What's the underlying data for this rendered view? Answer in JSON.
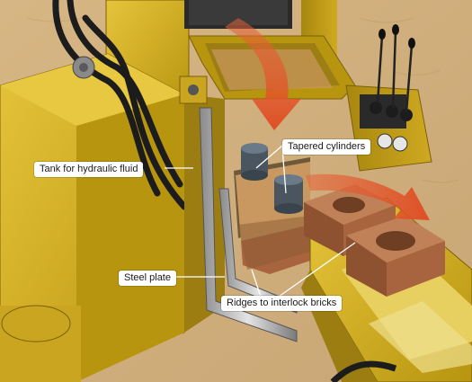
{
  "labels": {
    "tank": "Tank for hydraulic fluid",
    "cylinders": "Tapered cylinders",
    "steel_plate": "Steel plate",
    "ridges": "Ridges to interlock bricks"
  },
  "colors": {
    "machine_yellow": "#d8b222",
    "machine_shadow": "#9c7d12",
    "ground": "#d9b98a",
    "arrow": "#e2522a",
    "brick": "#a8643e",
    "soil": "#c99860",
    "hose": "#1c1c1c"
  }
}
